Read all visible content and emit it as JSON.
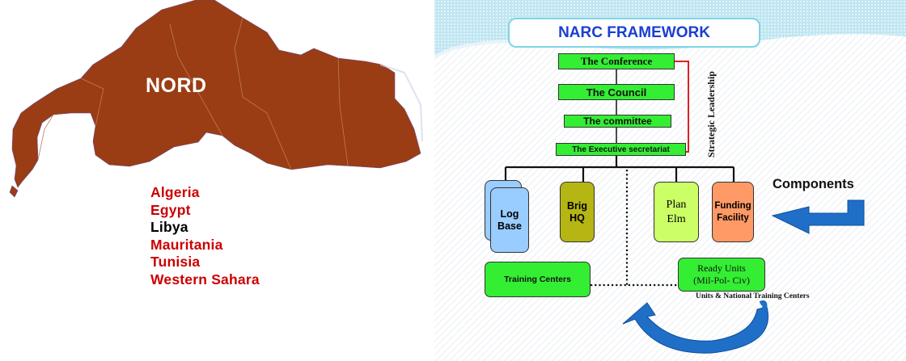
{
  "map": {
    "region_label": "NORD",
    "land_color": "#9a3d14",
    "countries": [
      {
        "name": "Algeria",
        "color": "#cc0000"
      },
      {
        "name": "Egypt",
        "color": "#cc0000"
      },
      {
        "name": "Libya",
        "color": "#000000"
      },
      {
        "name": "Mauritania",
        "color": "#cc0000"
      },
      {
        "name": "Tunisia",
        "color": "#cc0000"
      },
      {
        "name": "Western Sahara",
        "color": "#cc0000"
      }
    ]
  },
  "diagram": {
    "title": "NARC FRAMEWORK",
    "hierarchy": {
      "conference": "The Conference",
      "council": "The Council",
      "committee": "The committee",
      "executive_secretariat": "The Executive secretariat"
    },
    "strategic_leadership_label": "Strategic  Leadership",
    "components_label": "Components",
    "components": {
      "log_base": {
        "line1": "Log",
        "line2": "Base",
        "color": "#99ccff"
      },
      "brig_hq": {
        "line1": "Brig",
        "line2": "HQ",
        "color": "#b5b514"
      },
      "plan_elm": {
        "line1": "Plan",
        "line2": "Elm",
        "color": "#ccff66"
      },
      "funding_facility": {
        "line1": "Funding",
        "line2": "Facility",
        "color": "#ff9966"
      }
    },
    "training_centers": "Training Centers",
    "ready_units": {
      "line1": "Ready Units",
      "line2": "(Mil-Pol- Civ)"
    },
    "units_training_label": "Units & National Training Centers",
    "colors": {
      "green_box": "#33ee33",
      "arrow_blue": "#1f6fc9",
      "title_text": "#1b3fd2",
      "leadership_line": "#e02020"
    }
  }
}
